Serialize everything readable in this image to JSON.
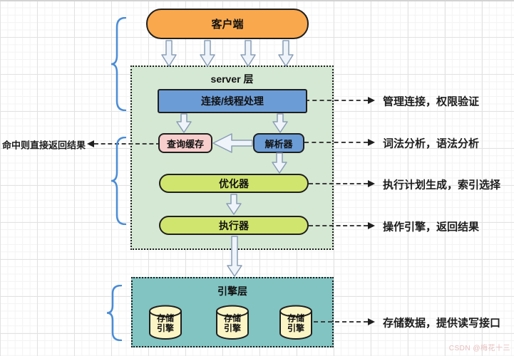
{
  "client": {
    "label": "客户端"
  },
  "server_layer": {
    "title": "server 层",
    "nodes": {
      "connection": "连接/线程处理",
      "query_cache": "查询缓存",
      "parser": "解析器",
      "optimizer": "优化器",
      "executor": "执行器"
    }
  },
  "engine_layer": {
    "title": "引擎层",
    "engines": [
      {
        "line1": "存储",
        "line2": "引擎"
      },
      {
        "line1": "存储",
        "line2": "引擎"
      },
      {
        "line1": "存储",
        "line2": "引擎"
      }
    ]
  },
  "annotations": {
    "left_note": "命中则直接返回结果",
    "right_notes": [
      "管理连接，权限验证",
      "词法分析，语法分析",
      "执行计划生成，索引选择",
      "操作引擎，返回结果",
      "存储数据，提供读写接口"
    ]
  },
  "watermark": "CSDN @梅花十三",
  "colors": {
    "client_fill": "#F9A84D",
    "server_bg": "#D5E8D4",
    "blue_fill": "#6C9CD6",
    "pink_fill": "#F8CECC",
    "green_fill": "#D0E56E",
    "engine_bg": "#82C4C2",
    "cylinder_fill": "#FBF5C6",
    "brace_color": "#4A8CD6"
  }
}
